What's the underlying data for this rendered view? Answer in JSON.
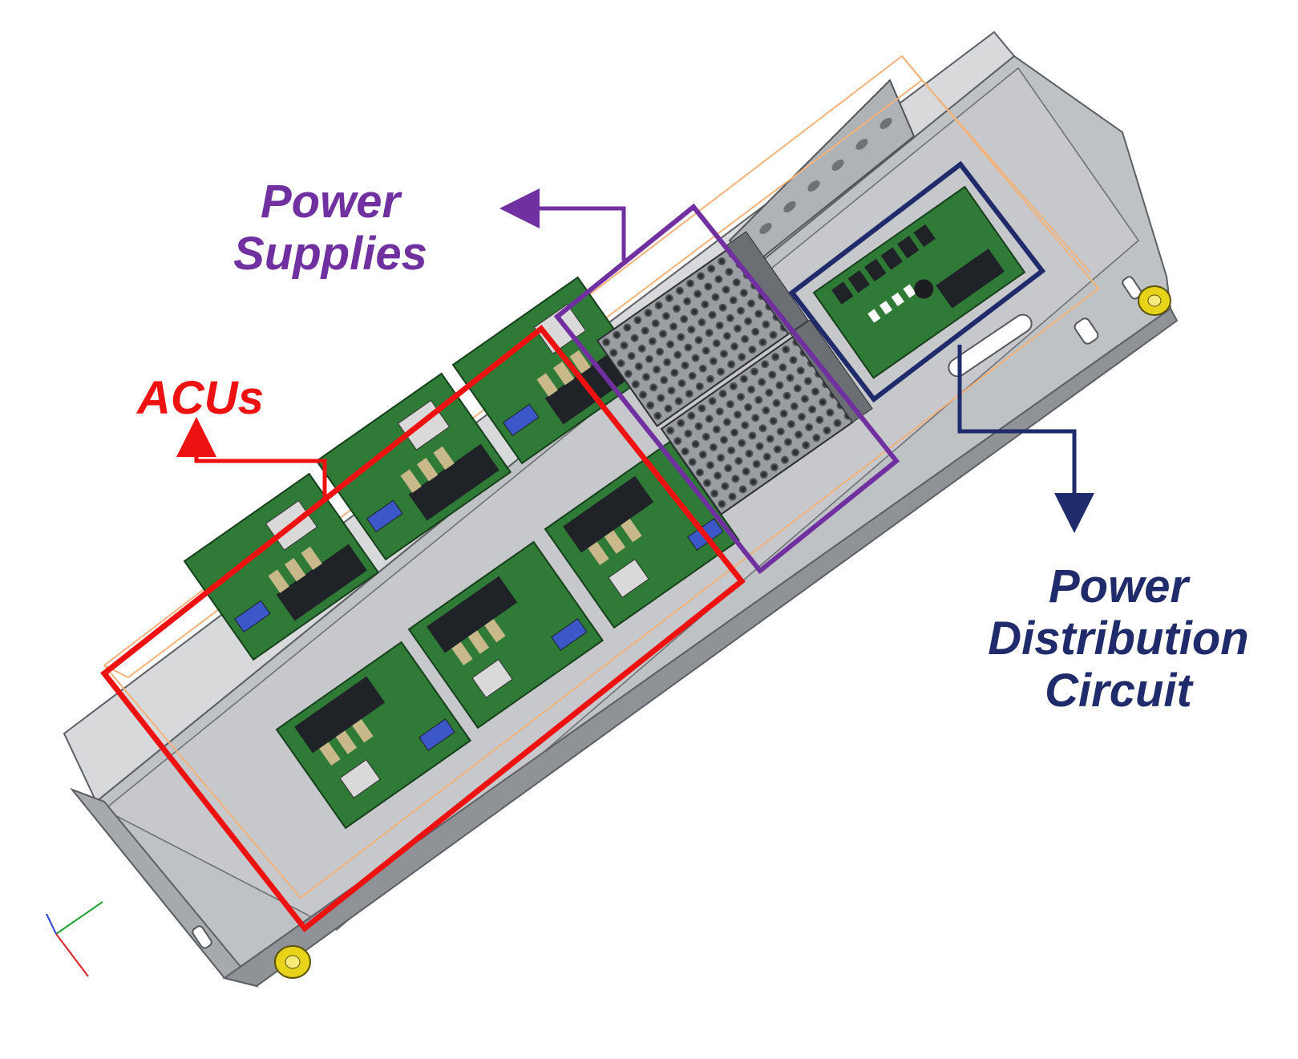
{
  "labels": {
    "power_supplies": {
      "line1": "Power",
      "line2": "Supplies"
    },
    "acus": "ACUs",
    "power_distribution": {
      "line1": "Power",
      "line2": "Distribution",
      "line3": "Circuit"
    }
  },
  "colors": {
    "acus": "#ee1111",
    "power_supplies": "#7030a0",
    "power_distribution": "#1f2b6a",
    "chassis": "#b9bcbf",
    "chassis_edge": "#5c5f63",
    "pcb": "#2f7a36",
    "bounding_box": "#f3b27a",
    "foot": "#e6d31a"
  },
  "diagram": {
    "acu_board_count": 6,
    "power_supply_count": 2,
    "pdc_board_count": 1
  },
  "icons": [
    "axis-triad-icon"
  ]
}
